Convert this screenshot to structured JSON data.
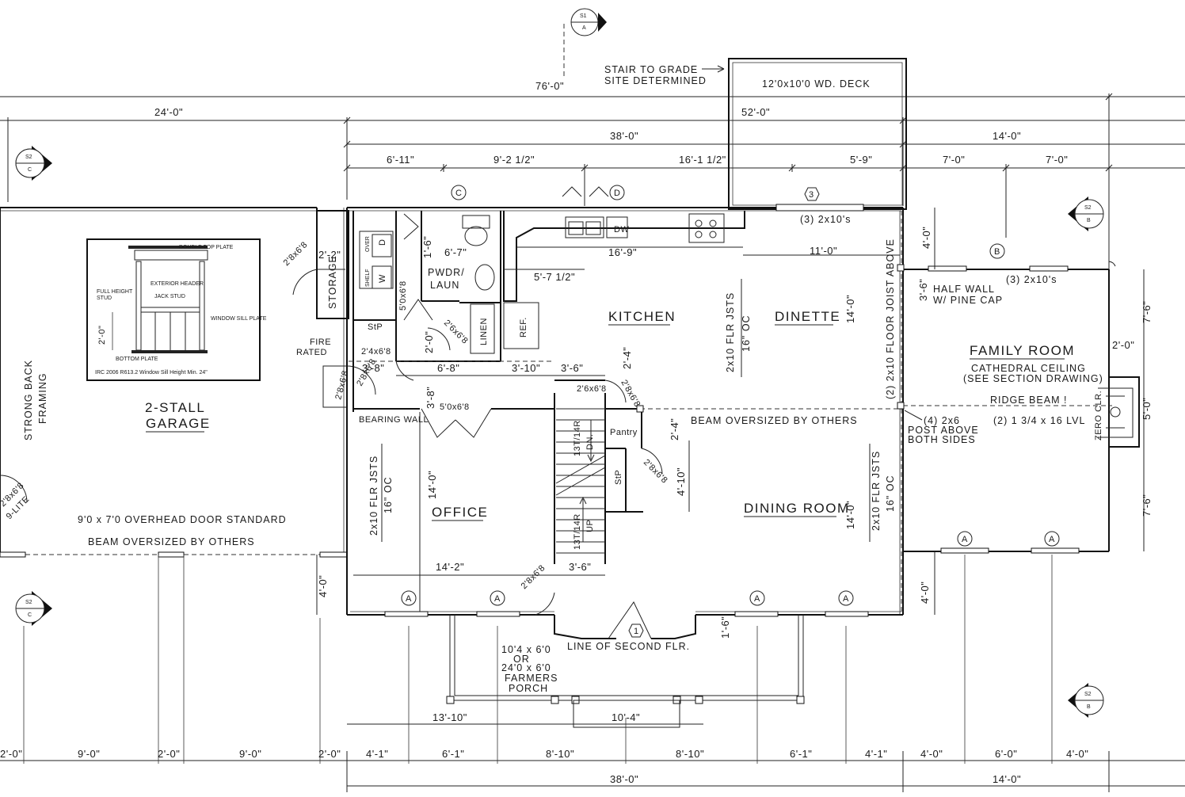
{
  "dimensions": {
    "top_76": "76'-0\"",
    "top_24": "24'-0\"",
    "top_52": "52'-0\"",
    "top_38": "38'-0\"",
    "top_14": "14'-0\"",
    "top_6_11": "6'-11\"",
    "top_9_2_half": "9'-2 1/2\"",
    "top_16_1_half": "16'-1 1/2\"",
    "top_5_9": "5'-9\"",
    "top_7_0_a": "7'-0\"",
    "top_7_0_b": "7'-0\"",
    "d_2_2": "2'-2\"",
    "d_1_6_pwdr": "1'-6\"",
    "d_6_7": "6'-7\"",
    "d_5_7_half": "5'-7 1/2\"",
    "d_16_9": "16'-9\"",
    "d_11_0": "11'-0\"",
    "d_4_0_right": "4'-0\"",
    "d_3_6_half": "3'-6\"",
    "d_7_6_upper": "7'-6\"",
    "d_2_0_right": "2'-0\"",
    "d_5_0": "5'-0\"",
    "d_7_6_lower": "7'-6\"",
    "d_14_0_kitchen": "14'-0\"",
    "d_2_0_window": "2'-0\"",
    "d_3_8_a": "3'-8\"",
    "d_6_8": "6'-8\"",
    "d_3_10": "3'-10\"",
    "d_3_6_stair": "3'-6\"",
    "d_2_4_a": "2'-4\"",
    "d_3_8_b": "3'-8\"",
    "d_2_4_b": "2'-4\"",
    "d_4_10": "4'-10\"",
    "d_14_0_office": "14'-0\"",
    "d_14_2": "14'-2\"",
    "d_3_6_lower": "3'-6\"",
    "d_14_0_dining": "14'-0\"",
    "d_4_0_left": "4'-0\"",
    "d_4_0_fam": "4'-0\"",
    "d_1_6_porch": "1'-6\"",
    "d_13_10": "13'-10\"",
    "d_10_4": "10'-4\"",
    "b_2_0_a": "2'-0\"",
    "b_9_0_a": "9'-0\"",
    "b_2_0_b": "2'-0\"",
    "b_9_0_b": "9'-0\"",
    "b_2_0_c": "2'-0\"",
    "b_4_1_a": "4'-1\"",
    "b_6_1_a": "6'-1\"",
    "b_8_10_a": "8'-10\"",
    "b_8_10_b": "8'-10\"",
    "b_6_1_b": "6'-1\"",
    "b_4_1_b": "4'-1\"",
    "b_4_0_a": "4'-0\"",
    "b_6_0": "6'-0\"",
    "b_4_0_b": "4'-0\"",
    "b_38": "38'-0\"",
    "b_14": "14'-0\""
  },
  "rooms": {
    "kitchen": "KITCHEN",
    "dinette": "DINETTE",
    "family_room": "FAMILY ROOM",
    "office": "OFFICE",
    "dining_room": "DINING ROOM",
    "garage_1": "2-STALL",
    "garage_2": "GARAGE",
    "storage": "STORAGE",
    "pwdr_1": "PWDR/",
    "pwdr_2": "LAUN",
    "linen": "LINEN",
    "pantry": "Pantry",
    "ref": "REF."
  },
  "notes": {
    "stair_1": "STAIR TO GRADE",
    "stair_2": "SITE DETERMINED",
    "deck": "12'0x10'0 WD. DECK",
    "joists_top": "(3) 2x10's",
    "joists_fam": "(3) 2x10's",
    "half_wall_1": "HALF WALL",
    "half_wall_2": "W/ PINE CAP",
    "cathedral_1": "CATHEDRAL CEILING",
    "cathedral_2": "(SEE SECTION DRAWING)",
    "ridge_1": "RIDGE BEAM !",
    "ridge_2": "(2) 1 3/4 x 16 LVL",
    "post_1": "(4) 2x6",
    "post_2": "POST ABOVE",
    "post_3": "BOTH SIDES",
    "floor_joist": "(2) 2x10 FLOOR JOIST ABOVE",
    "flr_jsts_k1": "2x10 FLR JSTS",
    "flr_jsts_k2": "16\" OC",
    "flr_jsts_o1": "2x10 FLR JSTS",
    "flr_jsts_o2": "16\" OC",
    "flr_jsts_d1": "2x10 FLR JSTS",
    "flr_jsts_d2": "16\" OC",
    "beam_main": "BEAM OVERSIZED BY OTHERS",
    "beam_garage": "BEAM OVERSIZED BY OTHERS",
    "overhead_door": "9'0 x 7'0 OVERHEAD DOOR STANDARD",
    "strong_1": "STRONG BACK",
    "strong_2": "FRAMING",
    "bearing_wall": "BEARING WALL",
    "fire_1": "FIRE",
    "fire_2": "RATED",
    "second_flr": "LINE OF SECOND FLR.",
    "porch_1": "10'4 x 6'0",
    "porch_2": "OR",
    "porch_3": "24'0 x 6'0",
    "porch_4": "FARMERS",
    "porch_5": "PORCH",
    "zero_clr": "ZERO CLR.",
    "dw": "DW",
    "stp_1": "StP",
    "stp_2": "StP",
    "shelf": "SHELF",
    "over": "OVER",
    "stair_dn": "13T/14R",
    "dn": "DN.",
    "stair_up": "13T/14R",
    "up": "UP",
    "door_2_8x6_8_a": "2'8x6'8",
    "door_2_4x6_8": "2'4x6'8",
    "door_2_8x6_8_b": "2'8x6'8",
    "door_5_0x6_8_a": "5'0x6'8",
    "door_2_6x6_8": "2'6x6'8",
    "door_2_6x6_8_b": "2'6x6'8",
    "door_5_0x6_8_b": "5'0x6'8",
    "door_2_8x6_8_c": "2'8x6'8",
    "door_2_8x6_8_d": "2'8x6'8",
    "door_2_8x6_8_e": "2'8x6'8",
    "door_2_8x6_8_f": "2'8x6'8",
    "door_2_8x6_8_garage": "2'8x6'8",
    "lite": "9-LITE",
    "w_label": "W",
    "d_label": "D"
  },
  "inset": {
    "double_top_plate": "DOUBLE TOP PLATE",
    "exterior_header": "EXTERIOR HEADER",
    "full_height_1": "FULL HEIGHT",
    "full_height_2": "STUD",
    "jack_stud": "JACK STUD",
    "window_sill_plate": "WINDOW SILL PLATE",
    "bottom_plate": "BOTTOM PLATE",
    "dim_2_0": "2'-0\"",
    "caption": "IRC 2006  R613.2  Window Sill Height Min. 24\""
  },
  "markers": {
    "s1": "S1",
    "s1_sub": "A",
    "s2": "S2",
    "s2_c": "C",
    "s2_b": "B",
    "grid_a": "A",
    "grid_b": "B",
    "grid_c": "C",
    "grid_d": "D",
    "tag_3": "3",
    "tag_1": "1"
  }
}
